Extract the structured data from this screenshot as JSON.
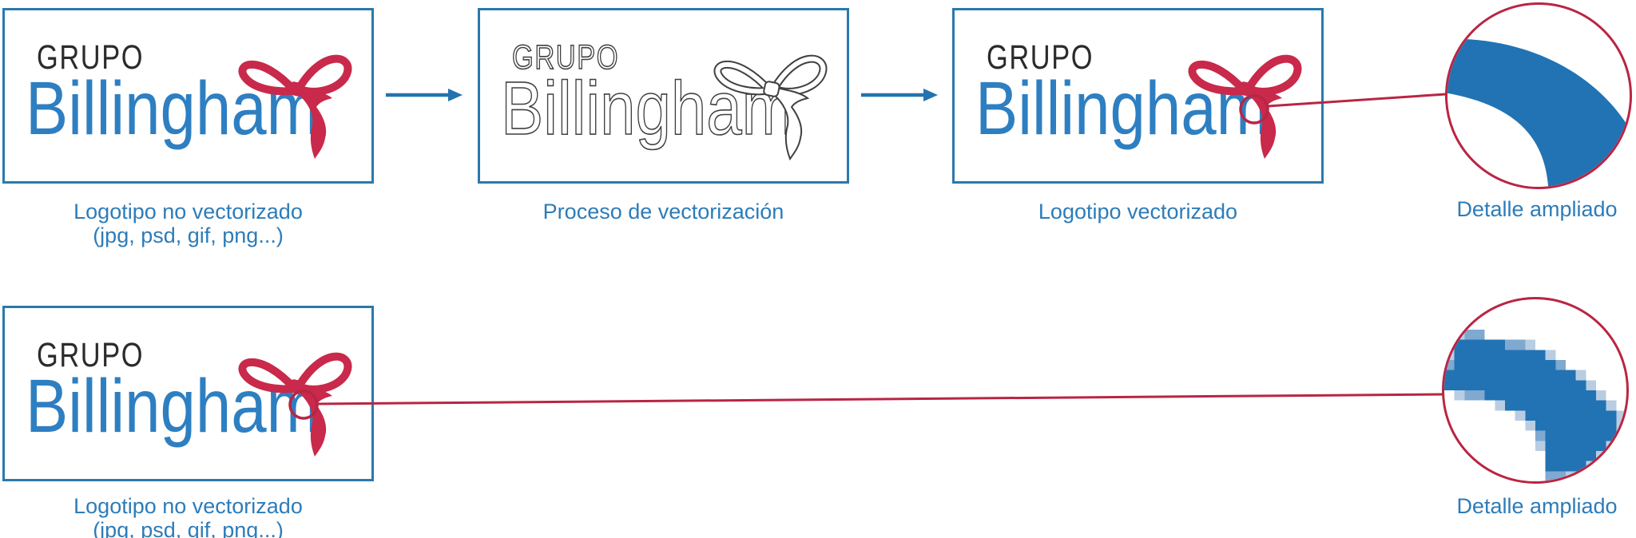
{
  "palette": {
    "box_border": "#2a79ad",
    "logo_blue": "#2e7fc1",
    "logo_dark": "#2b2b2b",
    "bow_red": "#c9294a",
    "callout_red": "#b92544",
    "caption_blue": "#2d7cb9",
    "arrow_blue": "#2273ae",
    "detail_blue": "#2173b4",
    "pixel_light": "#7fa9d0",
    "pixel_lighter": "#b9cde2",
    "outline_gray": "#404040"
  },
  "logo": {
    "line1": "GRUPO",
    "line2": "Billingham"
  },
  "steps": {
    "non_vectorized": {
      "line1": "Logotipo no vectorizado",
      "line2": "(jpg, psd, gif, png...)"
    },
    "process": {
      "label": "Proceso de vectorización"
    },
    "vectorized": {
      "label": "Logotipo vectorizado"
    },
    "detail": {
      "label": "Detalle ampliado"
    }
  }
}
